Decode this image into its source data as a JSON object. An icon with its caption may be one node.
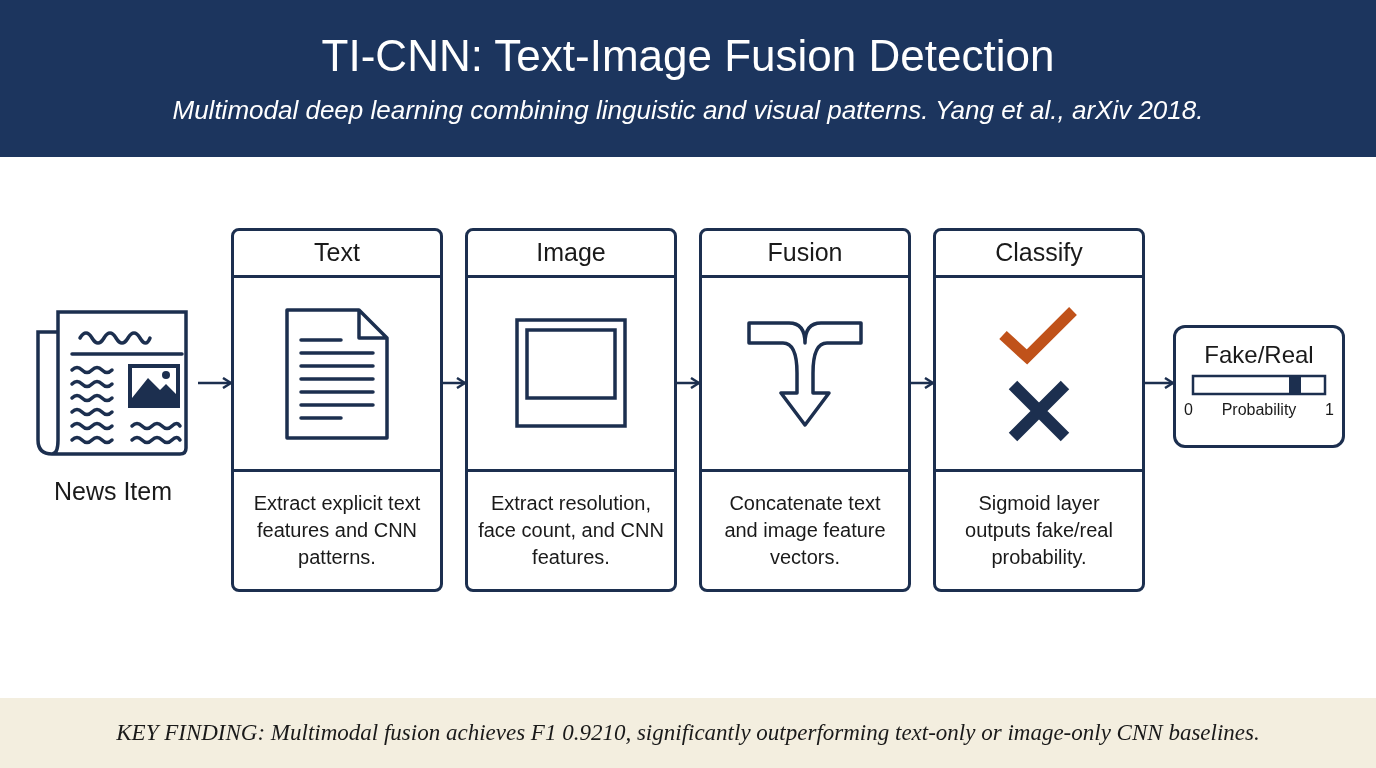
{
  "diagram": {
    "title": "TI-CNN: Text-Image Fusion Detection",
    "nodes": [
      {
        "text": [
          "News Item"
        ]
      },
      {
        "text": [
          "Text",
          "Extract explicit text features and CNN patterns."
        ]
      },
      {
        "text": [
          "Image",
          "Extract resolution, face count, and CNN features."
        ]
      },
      {
        "text": [
          "Fusion",
          "Concatenate text and image feature vectors."
        ]
      },
      {
        "text": [
          "Classify",
          "Sigmoid layer outputs fake/real probability."
        ]
      },
      {
        "text": [
          "Fake/Real",
          "0",
          "Probability",
          "1"
        ]
      }
    ],
    "edges": [
      {
        "from": 0,
        "to": 1,
        "arrow": "to"
      },
      {
        "from": 1,
        "to": 2,
        "arrow": "to"
      },
      {
        "from": 2,
        "to": 3,
        "arrow": "to"
      },
      {
        "from": 3,
        "to": 4,
        "arrow": "to"
      },
      {
        "from": 4,
        "to": 5,
        "arrow": "to"
      }
    ],
    "labels": [
      "Multimodal deep learning combining linguistic and visual patterns. Yang et al., arXiv 2018."
    ],
    "caption": "KEY FINDING: Multimodal fusion achieves F1 0.9210, significantly outperforming text-only or image-only CNN baselines."
  }
}
